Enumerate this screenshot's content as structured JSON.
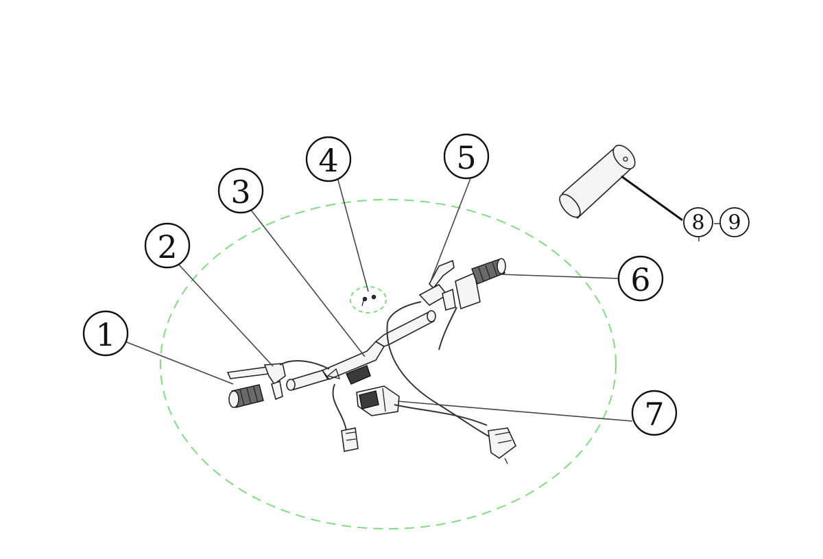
{
  "diagram": {
    "boundary_color": "#7fdc7f",
    "callouts": [
      {
        "id": "1",
        "label": "1"
      },
      {
        "id": "2",
        "label": "2"
      },
      {
        "id": "3",
        "label": "3"
      },
      {
        "id": "4",
        "label": "4"
      },
      {
        "id": "5",
        "label": "5"
      },
      {
        "id": "6",
        "label": "6"
      },
      {
        "id": "7",
        "label": "7"
      },
      {
        "id": "8",
        "label": "8"
      },
      {
        "id": "9",
        "label": "9"
      }
    ]
  }
}
